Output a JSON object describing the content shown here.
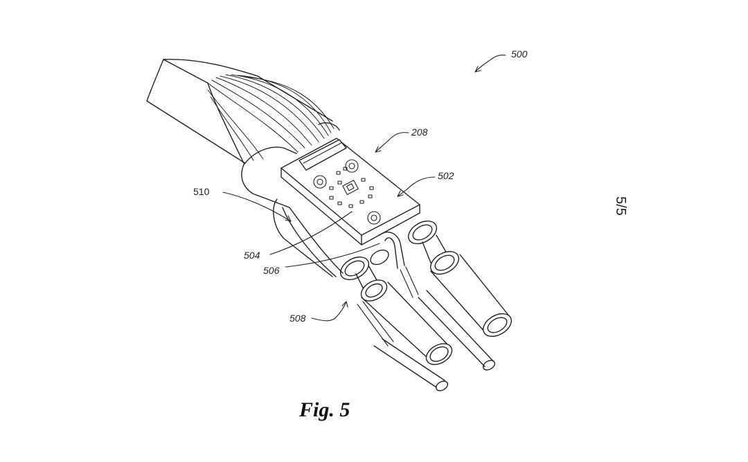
{
  "figure": {
    "caption": "Fig. 5",
    "sheet_number": "5/5",
    "reference_labels": {
      "assembly": "500",
      "module": "208",
      "board": "502",
      "pad": "504",
      "strap": "506",
      "connector": "508",
      "sleeve": "510"
    }
  },
  "colors": {
    "line": "#222222",
    "background": "#ffffff",
    "shade": "#dddddd"
  }
}
